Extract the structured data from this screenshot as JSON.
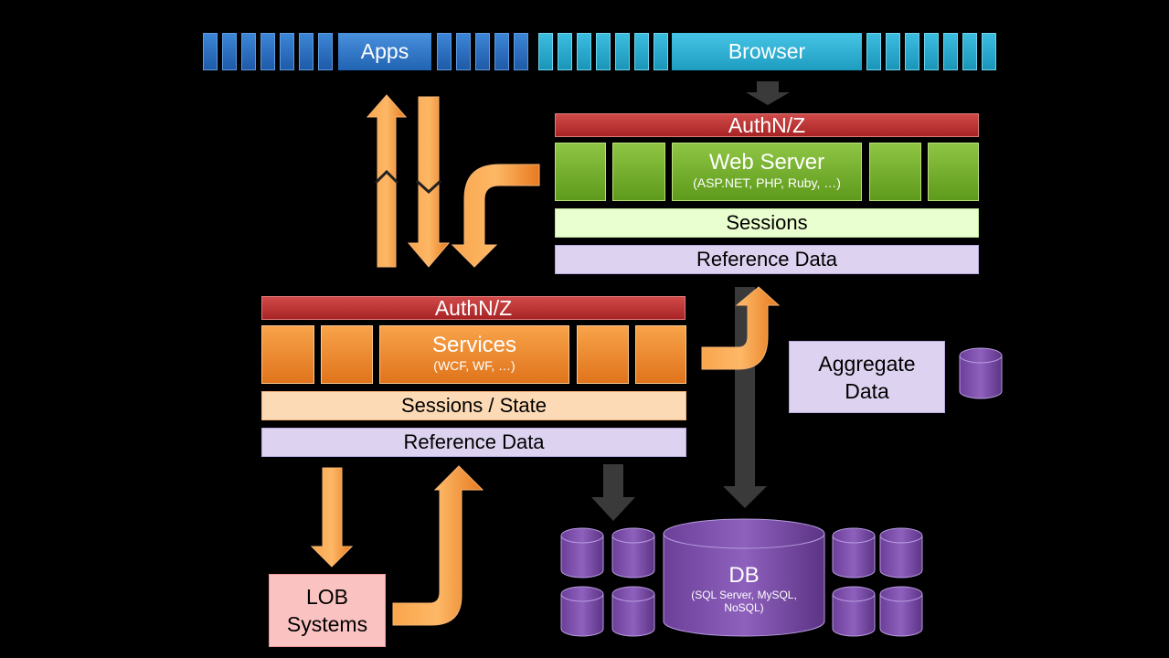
{
  "top_bar": {
    "apps_label": "Apps",
    "browser_label": "Browser"
  },
  "web_tier": {
    "auth_label": "AuthN/Z",
    "server_title": "Web Server",
    "server_subtitle": "(ASP.NET, PHP, Ruby, …)",
    "sessions_label": "Sessions",
    "reference_label": "Reference Data"
  },
  "service_tier": {
    "auth_label": "AuthN/Z",
    "services_title": "Services",
    "services_subtitle": "(WCF, WF, …)",
    "sessions_label": "Sessions / State",
    "reference_label": "Reference Data"
  },
  "aggregate": {
    "label_line1": "Aggregate",
    "label_line2": "Data"
  },
  "lob": {
    "label_line1": "LOB",
    "label_line2": "Systems"
  },
  "db": {
    "title": "DB",
    "subtitle_line1": "(SQL Server, MySQL,",
    "subtitle_line2": "NoSQL)"
  },
  "colors": {
    "background": "#000000",
    "apps_blue": "#2a6fc2",
    "browser_cyan": "#2aa9cf",
    "auth_red": "#b82f2f",
    "web_green": "#74ae2f",
    "service_orange": "#f08a30",
    "reference_lavender": "#ddd3f0",
    "db_purple": "#7a4fa6",
    "arrow_gray": "#3a3a3a"
  }
}
